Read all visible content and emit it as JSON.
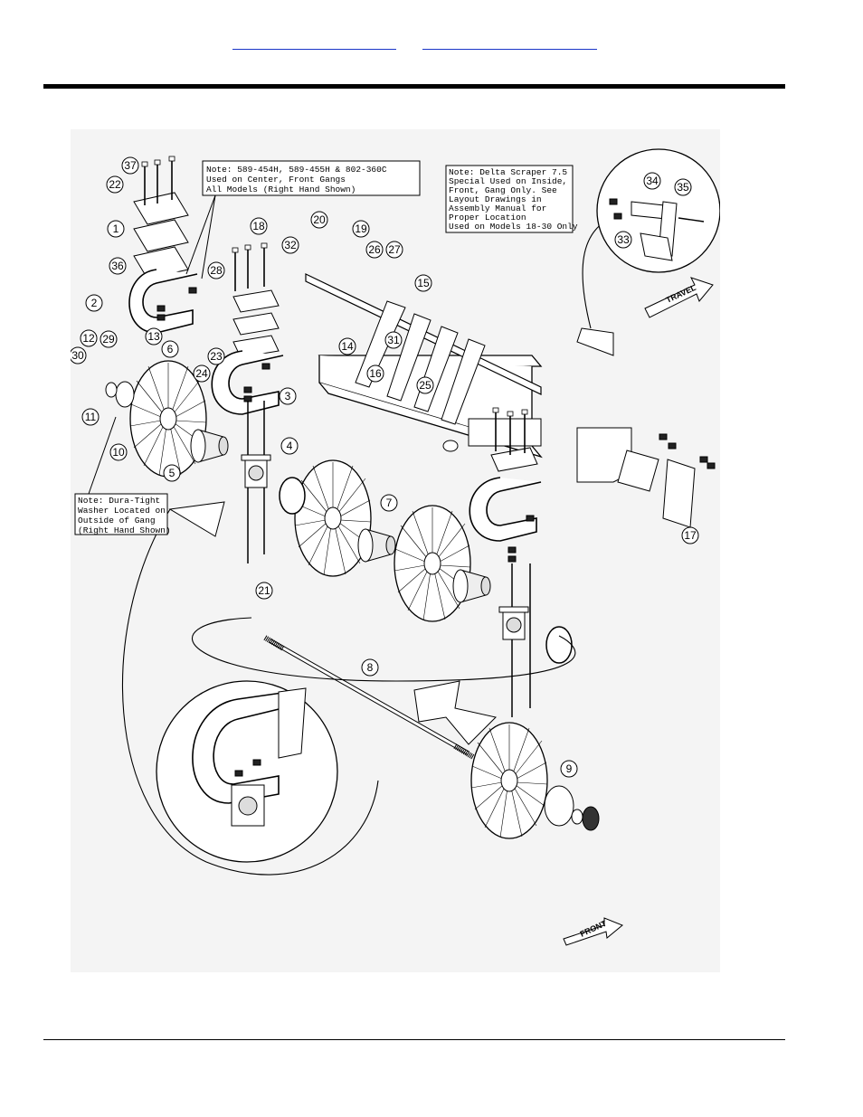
{
  "header": {
    "link_left": "",
    "link_right": ""
  },
  "diagram": {
    "notes": [
      {
        "lines": [
          "Note: 589-454H, 589-455H & 802-360C",
          "Used on Center, Front Gangs",
          "All Models (Right Hand Shown)"
        ]
      },
      {
        "lines": [
          "Note: Delta Scraper 7.5",
          "Special Used on Inside,",
          "Front, Gang Only. See",
          "Layout Drawings in",
          "Assembly Manual for",
          "Proper Location",
          "Used on Models 18-30 Only"
        ]
      },
      {
        "lines": [
          "Note: Dura-Tight",
          "Washer Located on",
          "Outside of Gang",
          "(Right Hand Shown)"
        ]
      }
    ],
    "arrows": {
      "travel": "TRAVEL",
      "front": "FRONT"
    },
    "callouts": [
      "37",
      "22",
      "1",
      "36",
      "2",
      "28",
      "18",
      "20",
      "19",
      "26",
      "27",
      "32",
      "15",
      "31",
      "14",
      "16",
      "25",
      "12",
      "13",
      "29",
      "30",
      "6",
      "11",
      "10",
      "5",
      "23",
      "24",
      "3",
      "4",
      "7",
      "8",
      "9",
      "17",
      "33",
      "34",
      "35",
      "21"
    ]
  }
}
